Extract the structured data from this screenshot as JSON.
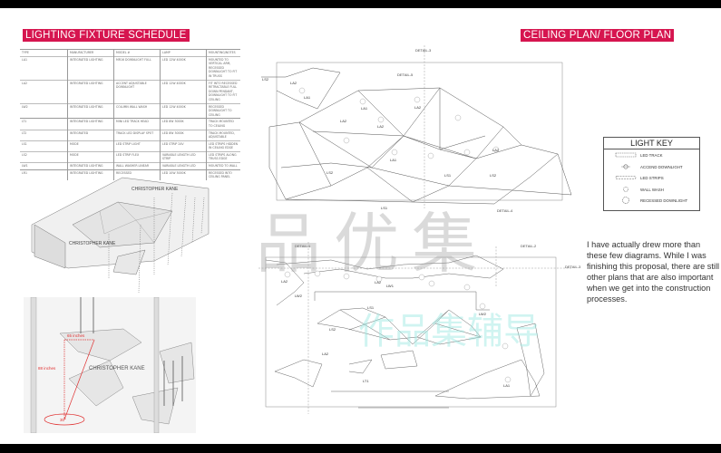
{
  "left_panel": {
    "title": "LIGHTING FIXTURE SCHEDULE",
    "table": {
      "headers": [
        "TYPE",
        "MANUFACTURER",
        "MODEL #",
        "LAMP",
        "MOUNTING/NOTES"
      ],
      "rows": [
        [
          "LA1",
          "INTEGRATED LIGHTING",
          "MR16 DOWNLIGHT FULL",
          "LED 12W 4000K",
          "MOUNTED TO VERTICAL ARM, RECESSED DOWNLIGHT TO FIT IN TRUSS"
        ],
        [
          "LA2",
          "INTEGRATED LIGHTING",
          "ACCENT ADJUSTABLE DOWNLIGHT",
          "LED 12W 4000K",
          "FIT INTO RECESSED RETRACTABLE FULL DOWN PENDANT, DOWNLIGHT TO FIT CEILING"
        ],
        [
          "LW2",
          "INTEGRATED LIGHTING",
          "COLUMN WALL WASH",
          "LED 12W 4000K",
          "RECESSED DOWNLIGHT TO CEILING"
        ],
        [
          "LT1",
          "INTEGRATED LIGHTING",
          "MINI LED TRACK HEAD",
          "LED 8W 3000K",
          "TRACK MOUNTED TO CEILING"
        ],
        [
          "LT2",
          "INTEGRATED",
          "TRACK LED DISPLAY SPOT",
          "LED 8W 3000K",
          "TRACK MOUNTED, ADJUSTABLE"
        ],
        [
          "LS1",
          "MODE",
          "LED STRIP LIGHT",
          "LED STRIP 24V",
          "LED STRIPS HIDDEN IN CEILING EDGE"
        ],
        [
          "LS2",
          "MODE",
          "LED STRIP FLEX",
          "VARIABLE LENGTH LED STRIP",
          "LED STRIPS ALONG TRUSS EDGE"
        ],
        [
          "LW1",
          "INTEGRATED LIGHTING",
          "WALL WASHER LINEAR",
          "VARIABLE LENGTH LED",
          "MOUNTED TO WALL"
        ],
        [
          "LR1",
          "INTEGRATED LIGHTING",
          "RECESSED",
          "LED 10W 3000K",
          "RECESSED INTO CEILING PANEL"
        ]
      ]
    },
    "perspective_labels": {
      "brand": "CHRISTOPHER KANE"
    },
    "section_annotations": {
      "horizontal": "65 inches",
      "vertical": "88 inches",
      "angle": "30°"
    }
  },
  "right_panel": {
    "title": "CEILING PLAN/ FLOOR PLAN",
    "ceiling_plan_labels": {
      "detail_top": "DETAIL-3",
      "detail_mid": "DETAIL-5",
      "detail_bottom": "DETAIL-4",
      "fixtures": [
        "LS2",
        "LA2",
        "LA1",
        "LA2",
        "LA1",
        "LA2",
        "LA2",
        "LA1",
        "LA2",
        "LS2",
        "LS1",
        "LS2",
        "LS1"
      ]
    },
    "floor_plan_labels": {
      "detail_1": "DETAIL-1",
      "detail_2": "DETAIL-2",
      "detail_3": "DETAIL-3",
      "fixtures": [
        "LA2",
        "LW2",
        "LA2",
        "LW1",
        "LS1",
        "LS2",
        "LT1",
        "LA2",
        "LW2",
        "LA1"
      ]
    },
    "light_key": {
      "title": "LIGHT KEY",
      "items": [
        {
          "icon": "led-track-icon",
          "label": "LED TRACK"
        },
        {
          "icon": "accent-downlight-icon",
          "label": "ACCEND DOWNLIGHT"
        },
        {
          "icon": "led-strips-icon",
          "label": "LED STRIPS"
        },
        {
          "icon": "wall-wash-icon",
          "label": "WALL WASH"
        },
        {
          "icon": "recessed-downlight-icon",
          "label": "RECESSED DOWNLIGHT"
        }
      ]
    },
    "note": "I have actually drew more than these few diagrams. While I was finishing this proposal, there are still other plans that are also important when we get into the construction processes."
  },
  "watermark": {
    "large": "品优集",
    "small": "作品集辅导"
  },
  "colors": {
    "accent": "#d6154f",
    "annotation": "#e03030"
  }
}
